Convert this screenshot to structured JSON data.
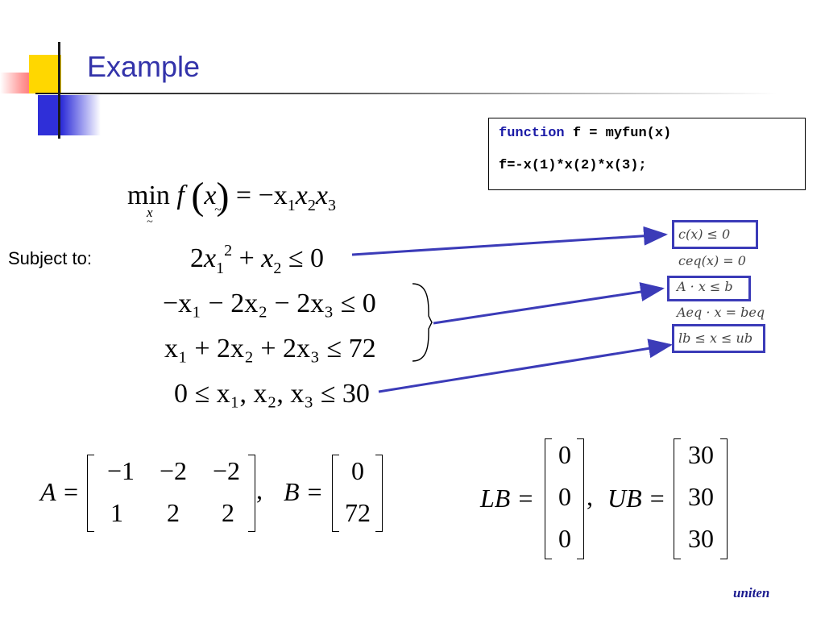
{
  "title": "Example",
  "code": {
    "keyword": "function",
    "line1_rest": " f = myfun(x)",
    "line2": "f=-x(1)*x(2)*x(3);"
  },
  "objective": {
    "min": "min",
    "under": "x",
    "tilde": "~",
    "f": "f",
    "x": "x",
    "rhs": "= −x",
    "s1": "1",
    "x2": "x",
    "s2": "2",
    "x3": "x",
    "s3": "3"
  },
  "subject_label": "Subject to:",
  "constraints": {
    "c1": {
      "coef": "2",
      "x": "x",
      "sub": "1",
      "sup": "2",
      "rest_a": " + ",
      "x2": "x",
      "sub2": "2",
      "rest_b": " ≤ 0"
    },
    "c2": "−x₁ − 2x₂ − 2x₃ ≤ 0",
    "c3": "x₁ + 2x₂ + 2x₃ ≤ 72",
    "c4": "0 ≤ x₁, x₂, x₃ ≤ 30"
  },
  "right_panel": {
    "ineq": "c(x) ≤ 0",
    "eq": "ceq(x) = 0",
    "lin": "A · x ≤ b",
    "lineq": "Aeq · x = beq",
    "bounds": "lb ≤ x ≤ ub"
  },
  "matrices": {
    "A_label": "A =",
    "A": [
      [
        "−1",
        "−2",
        "−2"
      ],
      [
        "1",
        "2",
        "2"
      ]
    ],
    "B_label": "B =",
    "B": [
      "0",
      "72"
    ],
    "LB_label": "LB =",
    "LB": [
      "0",
      "0",
      "0"
    ],
    "UB_label": "UB =",
    "UB": [
      "30",
      "30",
      "30"
    ],
    "comma": ","
  },
  "footer": "uniten",
  "colors": {
    "title": "#3333aa",
    "arrow": "#3b3bb8",
    "keyword": "#1a1aa6"
  }
}
